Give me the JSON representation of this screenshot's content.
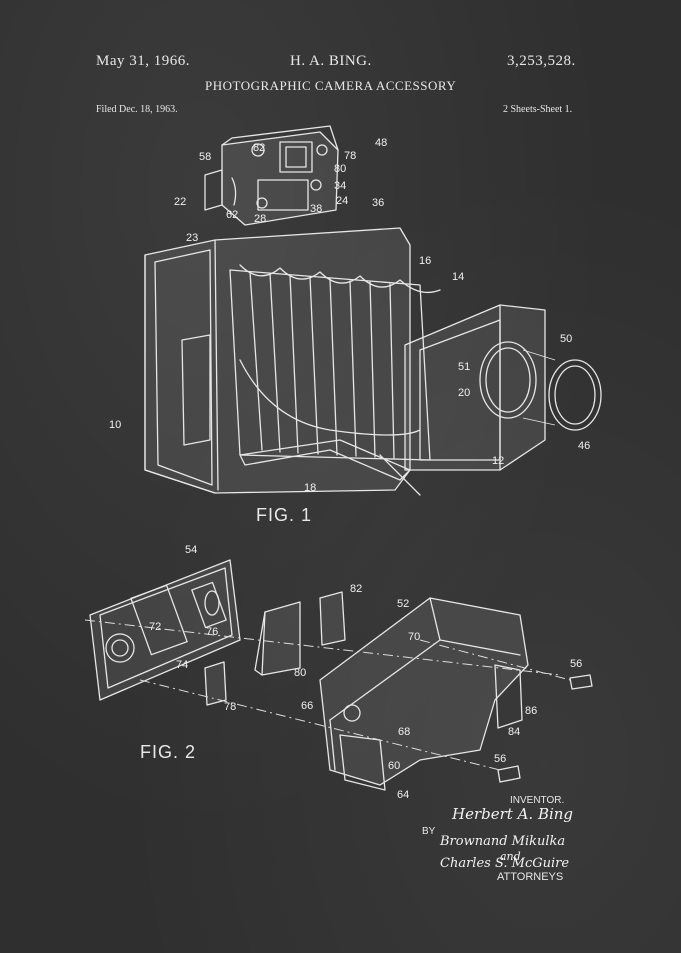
{
  "header": {
    "date": "May 31, 1966.",
    "inventor_name": "H. A. BING.",
    "patent_number": "3,253,528.",
    "title": "PHOTOGRAPHIC CAMERA ACCESSORY",
    "filed": "Filed Dec. 18, 1963.",
    "sheets": "2 Sheets-Sheet 1."
  },
  "figures": {
    "fig1_label": "FIG. 1",
    "fig2_label": "FIG. 2"
  },
  "fig1_refs": [
    "48",
    "82",
    "78",
    "58",
    "80",
    "34",
    "22",
    "62",
    "28",
    "38",
    "24",
    "36",
    "23",
    "16",
    "14",
    "50",
    "51",
    "20",
    "10",
    "46",
    "12",
    "18"
  ],
  "fig2_refs": [
    "54",
    "52",
    "82",
    "70",
    "72",
    "76",
    "74",
    "80",
    "56",
    "78",
    "66",
    "68",
    "86",
    "84",
    "60",
    "56",
    "64"
  ],
  "signature": {
    "inventor_label": "INVENTOR.",
    "inventor_signature": "Herbert A. Bing",
    "by_label": "BY",
    "attorney_signature_1": "Brownand Mikulka",
    "and_word": "and",
    "attorney_signature_2": "Charles S. McGuire",
    "attorneys_label": "ATTORNEYS"
  }
}
